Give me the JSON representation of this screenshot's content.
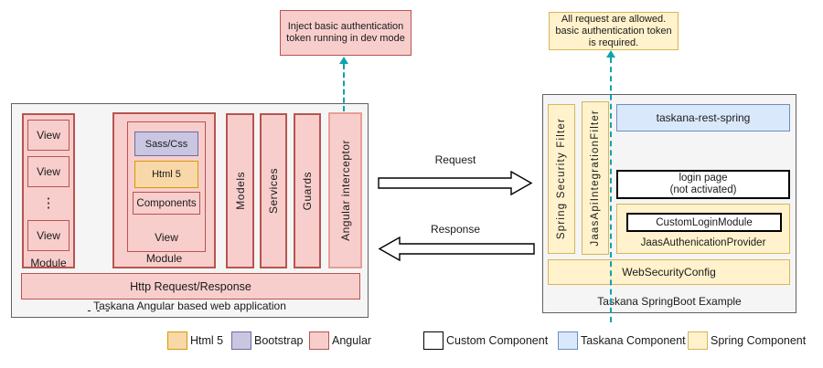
{
  "left_note": {
    "text": "Inject basic authentication token running in dev mode"
  },
  "right_note": {
    "text": "All request are allowed. basic authentication token is required."
  },
  "left_app": {
    "title": "Taskana Angular based web application",
    "module1": {
      "views": [
        "View",
        "View",
        "View"
      ],
      "ellipsis": "⋮",
      "label": "Module"
    },
    "between_dots": "- - -",
    "module2": {
      "sass_css": "Sass/Css",
      "html5": "Html 5",
      "components": "Components",
      "view_label": "View",
      "label": "Module"
    },
    "columns": [
      "Models",
      "Services",
      "Guards",
      "Angular interceptor"
    ],
    "http_bar": "Http Request/Response"
  },
  "flow": {
    "request": "Request",
    "response": "Response"
  },
  "right_app": {
    "title": "Taskana SpringBoot Example",
    "filters": [
      "Spring Security Filter",
      "JaasApiIntegrationFilter"
    ],
    "taskana_rest": "taskana-rest-spring",
    "login_line1": "login page",
    "login_line2": "(not activated)",
    "custom_login": "CustomLoginModule",
    "provider": "JaasAuthenicationProvider",
    "web_security": "WebSecurityConfig"
  },
  "legend": [
    {
      "label": "Html 5",
      "fill": "#f8d7a8",
      "border": "#d79b00"
    },
    {
      "label": "Bootstrap",
      "fill": "#c9c6e1",
      "border": "#6f6aa0"
    },
    {
      "label": "Angular",
      "fill": "#f8cecc",
      "border": "#b85450"
    },
    {
      "label": "Custom Component",
      "fill": "#ffffff",
      "border": "#000000"
    },
    {
      "label": "Taskana Component",
      "fill": "#dae8fc",
      "border": "#6c8ebf"
    },
    {
      "label": "Spring Component",
      "fill": "#fff2cc",
      "border": "#d6b656"
    }
  ],
  "colors": {
    "angular_fill": "#f8cecc",
    "angular_border": "#b85450",
    "spring_fill": "#fff2cc",
    "spring_border": "#d6b656",
    "taskana_fill": "#dae8fc",
    "taskana_border": "#6c8ebf",
    "container_fill": "#f5f5f5",
    "container_border": "#616161",
    "connector_teal": "#0fa3ad"
  }
}
